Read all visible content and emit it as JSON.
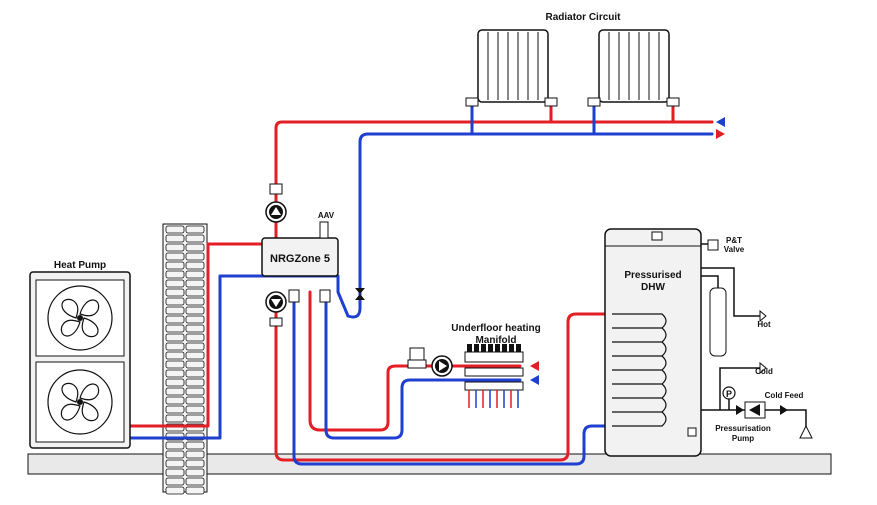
{
  "labels": {
    "radiator_circuit": "Radiator Circuit",
    "heat_pump": "Heat Pump",
    "nrgzone": "NRGZone 5",
    "aav": "AAV",
    "pt_valve_line1": "P&T",
    "pt_valve_line2": "Valve",
    "cylinder_line1": "Pressurised",
    "cylinder_line2": "DHW",
    "hot": "Hot",
    "cold": "Cold",
    "cold_feed": "Cold Feed",
    "pressurisation_line1": "Pressurisation",
    "pressurisation_line2": "Pump",
    "ufh_line1": "Underfloor heating",
    "ufh_line2": "Manifold",
    "pressure_gauge": "P"
  },
  "colors": {
    "flow": "#e41e25",
    "return": "#1f3fd1",
    "outline": "#111111",
    "equipment_fill": "#f2f2f2",
    "ground": "#e9e9e9"
  },
  "icons": {
    "pump": "pump-icon",
    "fan": "fan-icon",
    "valve": "valve-icon",
    "gauge": "pressure-gauge-icon",
    "arrow": "pipe-direction-arrow-icon"
  }
}
